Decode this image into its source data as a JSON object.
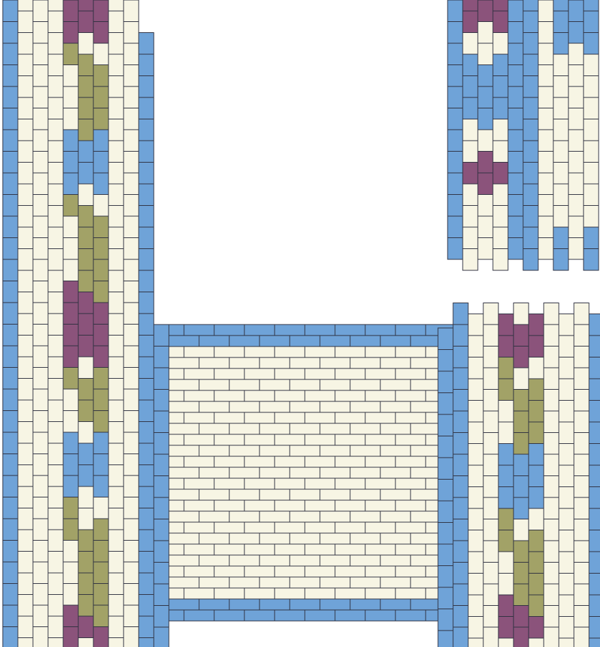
{
  "palette": {
    "cream": "#f7f5e4",
    "blue": "#6fa3d8",
    "olive": "#a2a267",
    "plum": "#8b537b",
    "peach": "#e8b993",
    "outline": "#2f3140",
    "background": "#ffffff"
  },
  "pattern": {
    "type": "peyote-stitch bead chart",
    "motifs": [
      "flower-motif",
      "vine-motif",
      "heart-motif"
    ],
    "sections": [
      "left-vertical-strip",
      "bottom-horizontal-strip",
      "top-right-fragment",
      "bottom-right-vertical-strip"
    ]
  }
}
